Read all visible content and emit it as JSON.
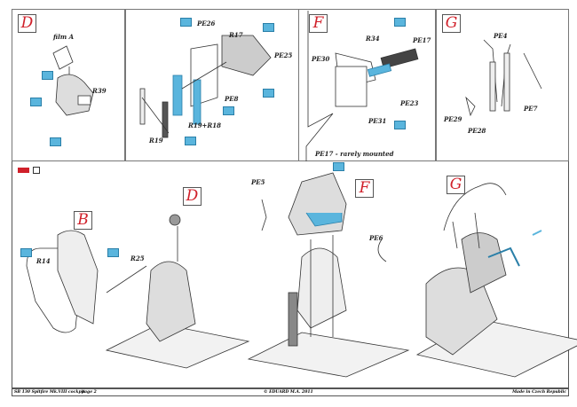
{
  "sections": {
    "top_d": {
      "letter": "D",
      "labels": [
        "film A",
        "R39"
      ]
    },
    "top_chair": {
      "labels": [
        "PE26",
        "R17",
        "PE25",
        "PE8",
        "R19+R18",
        "R19"
      ]
    },
    "top_f": {
      "letter": "F",
      "labels": [
        "R34",
        "PE17",
        "PE30",
        "PE23",
        "PE31"
      ],
      "note": "PE17 - rarely mounted"
    },
    "top_g": {
      "letter": "G",
      "labels": [
        "PE4",
        "PE29",
        "PE7",
        "PE28"
      ]
    },
    "bottom_left": {
      "letters": [
        "B",
        "D"
      ],
      "labels": [
        "R14",
        "R25"
      ]
    },
    "bottom_middle": {
      "letter": "F",
      "labels": [
        "PE5",
        "PE6"
      ]
    },
    "bottom_right": {
      "letter": "G"
    }
  },
  "colors": {
    "accent_red": "#d0202a",
    "part_blue": "#5ab5dd"
  },
  "footer": {
    "title": "SB 130  Spitfire Mk.VIII cockpit",
    "page": "page 2",
    "copyright": "© EDUARD M.A. 2011",
    "made_in": "Made in Czech Republic"
  }
}
